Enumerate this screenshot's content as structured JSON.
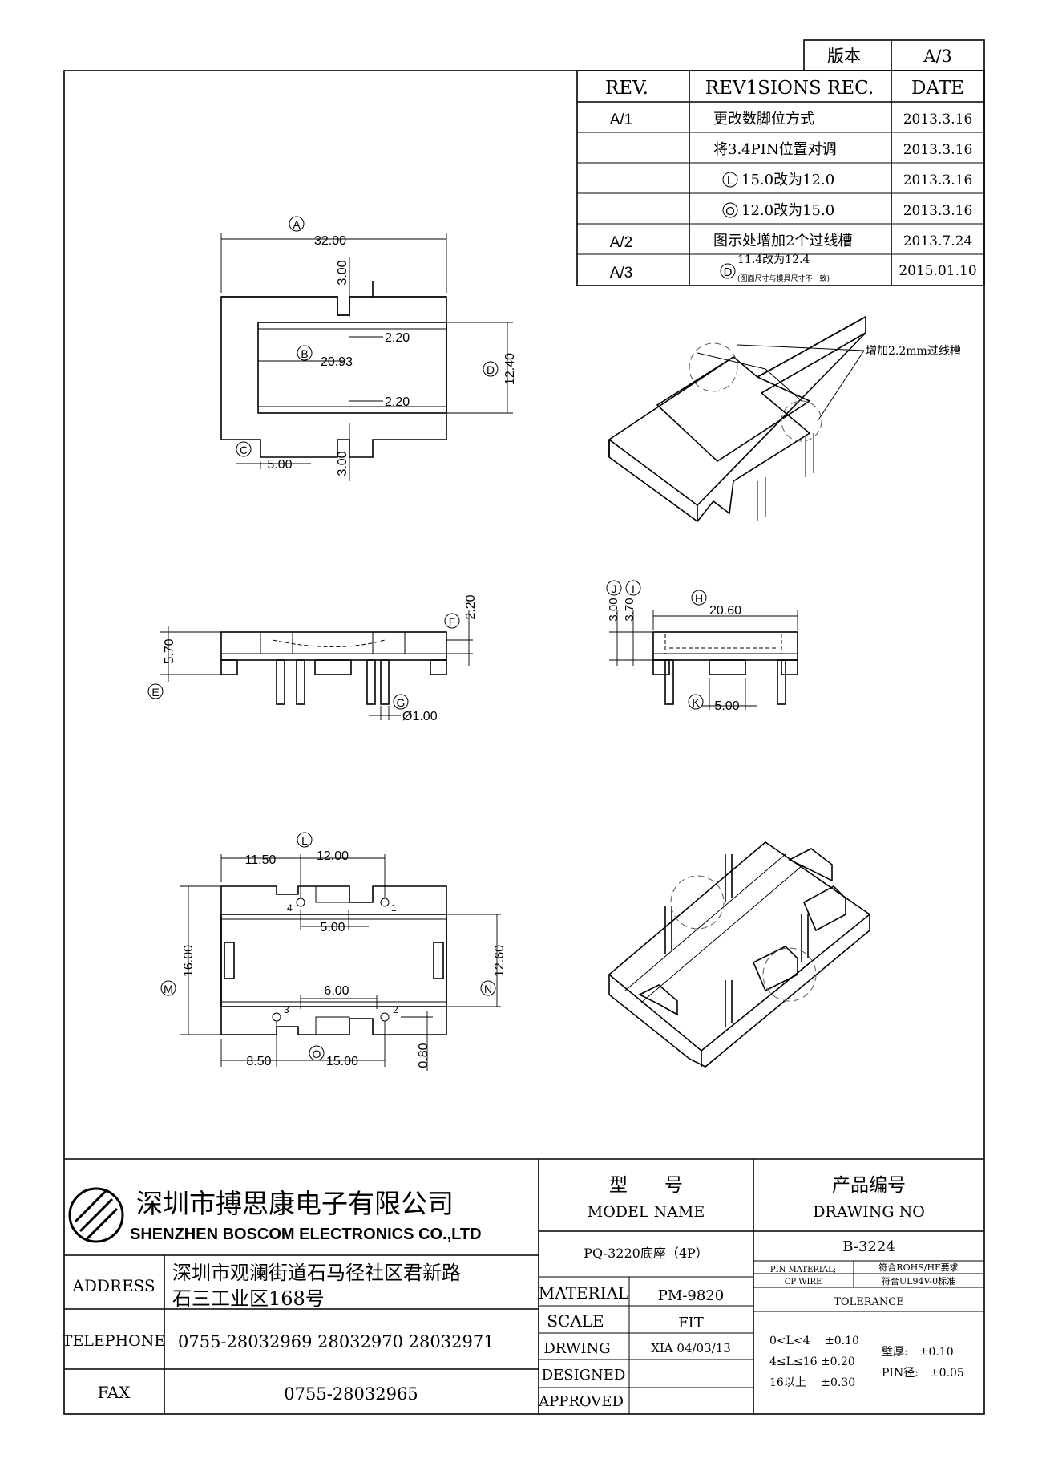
{
  "version_box": {
    "label": "版本",
    "value": "A/3"
  },
  "revisions": {
    "headers": [
      "REV.",
      "REV1SIONS REC.",
      "DATE"
    ],
    "rows": [
      {
        "rev": "A/1",
        "mark": "",
        "text": "更改数脚位方式",
        "note": "",
        "date": "2013.3.16"
      },
      {
        "rev": "",
        "mark": "",
        "text": "将3.4PIN位置对调",
        "note": "",
        "date": "2013.3.16"
      },
      {
        "rev": "",
        "mark": "L",
        "text": "15.0改为12.0",
        "note": "",
        "date": "2013.3.16"
      },
      {
        "rev": "",
        "mark": "O",
        "text": "12.0改为15.0",
        "note": "",
        "date": "2013.3.16"
      },
      {
        "rev": "A/2",
        "mark": "",
        "text": "图示处增加2个过线槽",
        "note": "",
        "date": "2013.7.24"
      },
      {
        "rev": "A/3",
        "mark": "D",
        "text": "11.4改为12.4",
        "note": "(图面尺寸与模具尺寸不一致)",
        "date": "2015.01.10"
      }
    ]
  },
  "top_view": {
    "markers": {
      "a": "A",
      "b": "B",
      "c": "C",
      "d": "D"
    },
    "dims": {
      "width": "32.00",
      "inner": "20.93",
      "notch_top": "3.00",
      "notch_bottom": "3.00",
      "slot_top": "2.20",
      "slot_bottom": "2.20",
      "height": "12.40",
      "foot": "5.00"
    }
  },
  "iso_note": "增加2.2mm过线槽",
  "side_view": {
    "markers": {
      "e": "E",
      "f": "F",
      "g": "G"
    },
    "dims": {
      "height": "5.70",
      "slot": "2.20",
      "pin": "Ø1.00"
    }
  },
  "end_view": {
    "markers": {
      "h": "H",
      "i": "I",
      "j": "J",
      "k": "K"
    },
    "dims": {
      "width": "20.60",
      "j_val": "3.00",
      "i_val": "3.70",
      "k_val": "5.00"
    }
  },
  "bottom_view": {
    "markers": {
      "l": "L",
      "m": "M",
      "n": "N",
      "o": "O"
    },
    "dims": {
      "left": "11.50",
      "pitch": "12.00",
      "mid_top": "5.00",
      "height": "16.00",
      "inner_h": "12.60",
      "mid_bottom": "6.00",
      "bottom_left": "8.50",
      "pitch_bottom": "15.00",
      "edge": "0.80"
    },
    "pins": [
      "4",
      "1",
      "3",
      "2"
    ]
  },
  "title_block": {
    "company_cn": "深圳市搏思康电子有限公司",
    "company_en": "SHENZHEN BOSCOM ELECTRONICS CO.,LTD",
    "address_label": "ADDRESS",
    "address_line1": "深圳市观澜街道石马径社区君新路",
    "address_line2": "石三工业区168号",
    "telephone_label": "TELEPHONE",
    "telephone": "0755-28032969 28032970 28032971",
    "fax_label": "FAX",
    "fax": "0755-28032965",
    "model_cn": "型　　号",
    "model_en": "MODEL NAME",
    "model_value": "PQ-3220底座（4P）",
    "drawing_cn": "产品编号",
    "drawing_en": "DRAWING NO",
    "drawing_value": "B-3224",
    "material_label": "MATERIAL",
    "material_value": "PM-9820",
    "scale_label": "SCALE",
    "scale_value": "FIT",
    "drwing_label": "DRWING",
    "drwing_value": "XIA 04/03/13",
    "designed_label": "DESIGNED",
    "approved_label": "APPROVED",
    "pin_material_label": "PIN MATERIAL;",
    "pin_material_value": "符合ROHS/HF要求",
    "cp_wire_label": "CP WIRE",
    "cp_wire_value": "符合UL94V-0标准",
    "tolerance_label": "TOLERANCE",
    "tol1": "0<L<4　 ±0.10",
    "tol2": "4≤L≤16 ±0.20",
    "tol3": "16以上　 ±0.30",
    "wall": "壁厚:　±0.10",
    "pin_dia": "PIN径:　±0.05"
  }
}
